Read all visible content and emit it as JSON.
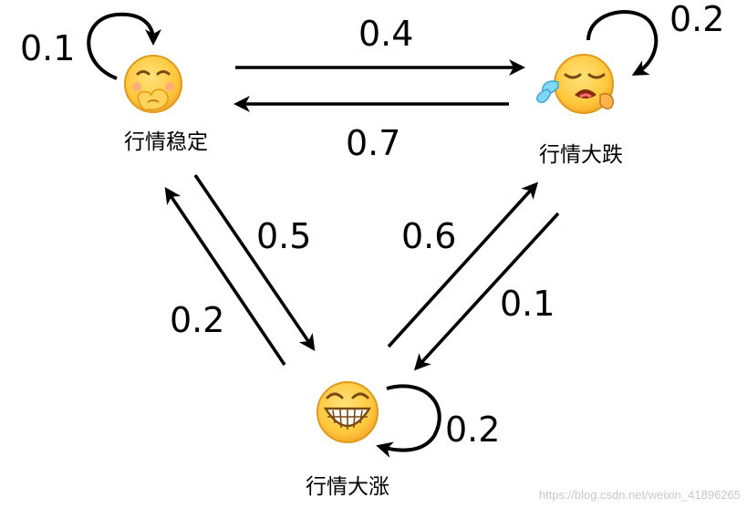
{
  "states": {
    "stable": "行情稳定",
    "fall": "行情大跌",
    "rise": "行情大涨"
  },
  "icons": {
    "stable": "thinking-face-icon",
    "fall": "crying-face-icon",
    "rise": "grinning-face-icon"
  },
  "transitions": {
    "stable_stable": "0.1",
    "stable_fall": "0.4",
    "fall_stable": "0.7",
    "fall_fall": "0.2",
    "stable_rise": "0.5",
    "rise_stable": "0.2",
    "rise_fall": "0.6",
    "fall_rise": "0.1",
    "rise_rise": "0.2"
  },
  "watermark": "https://blog.csdn.net/weixin_41896265",
  "colors": {
    "face_yellow": "#ffc83d",
    "face_outline": "#e29a1c",
    "arrow": "#000000"
  }
}
